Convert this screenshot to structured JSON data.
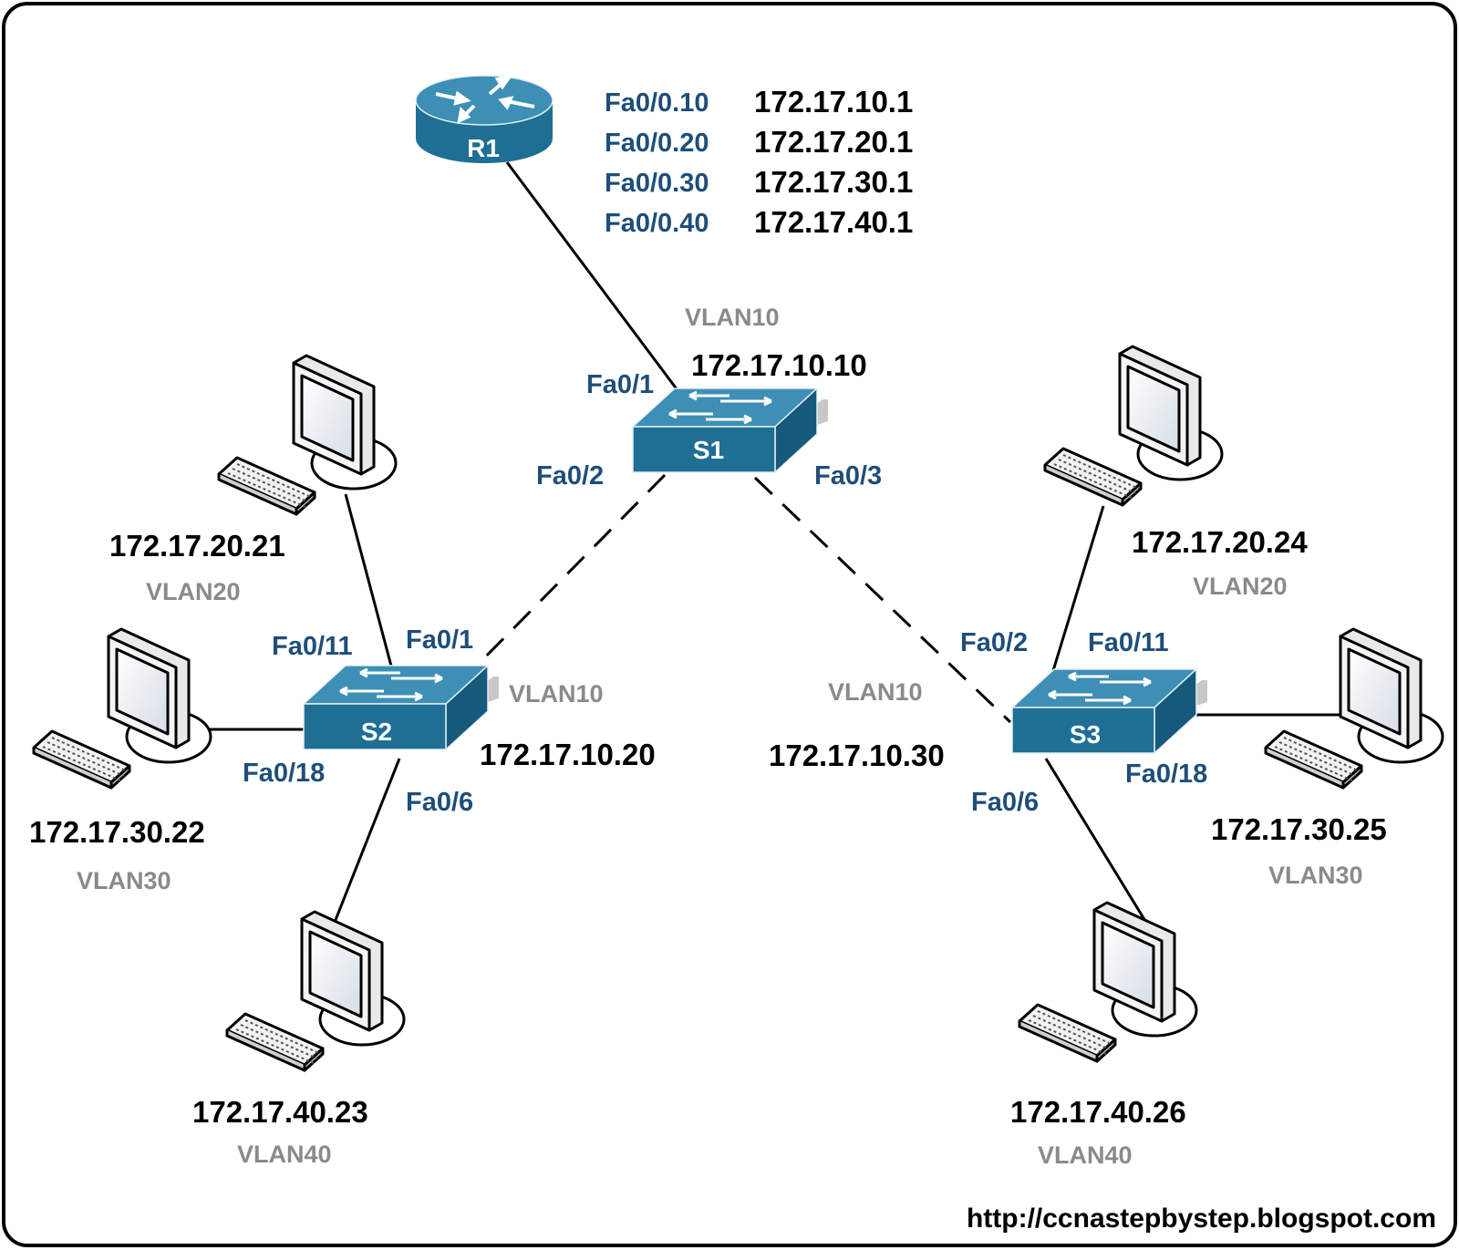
{
  "colors": {
    "device_blue": "#1f6f94",
    "device_blue_top": "#3d8fb5",
    "interface_label": "#1f4e79",
    "vlan_label": "#8a8a8a",
    "ip_label": "#000000",
    "frame": "#000000"
  },
  "router": {
    "name": "R1",
    "subinterfaces": [
      {
        "iface": "Fa0/0.10",
        "ip": "172.17.10.1"
      },
      {
        "iface": "Fa0/0.20",
        "ip": "172.17.20.1"
      },
      {
        "iface": "Fa0/0.30",
        "ip": "172.17.30.1"
      },
      {
        "iface": "Fa0/0.40",
        "ip": "172.17.40.1"
      }
    ]
  },
  "switches": {
    "s1": {
      "name": "S1",
      "vlan": "VLAN10",
      "ip": "172.17.10.10",
      "port_up": "Fa0/1",
      "port_left": "Fa0/2",
      "port_right": "Fa0/3"
    },
    "s2": {
      "name": "S2",
      "vlan": "VLAN10",
      "ip": "172.17.10.20",
      "port_uplink": "Fa0/1",
      "port_top": "Fa0/11",
      "port_left": "Fa0/18",
      "port_bottom": "Fa0/6"
    },
    "s3": {
      "name": "S3",
      "vlan": "VLAN10",
      "ip": "172.17.10.30",
      "port_uplink": "Fa0/2",
      "port_top": "Fa0/11",
      "port_right": "Fa0/18",
      "port_bottom": "Fa0/6"
    }
  },
  "hosts": [
    {
      "ip": "172.17.20.21",
      "vlan": "VLAN20"
    },
    {
      "ip": "172.17.30.22",
      "vlan": "VLAN30"
    },
    {
      "ip": "172.17.40.23",
      "vlan": "VLAN40"
    },
    {
      "ip": "172.17.20.24",
      "vlan": "VLAN20"
    },
    {
      "ip": "172.17.30.25",
      "vlan": "VLAN30"
    },
    {
      "ip": "172.17.40.26",
      "vlan": "VLAN40"
    }
  ],
  "icons": {
    "router": "router-icon",
    "switch": "switch-icon",
    "pc": "pc-icon"
  },
  "footer": {
    "url": "http://ccnastepbystep.blogspot.com"
  }
}
